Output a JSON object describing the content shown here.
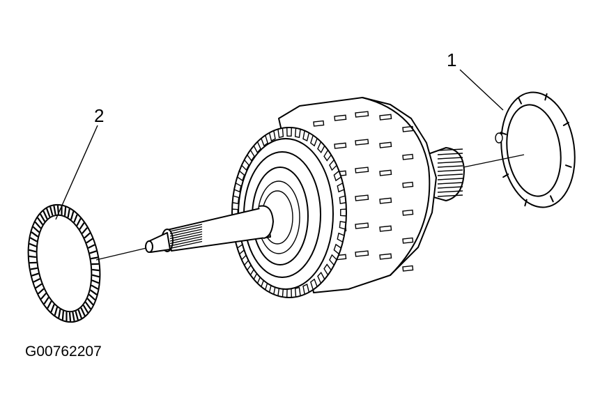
{
  "callouts": [
    {
      "number": "1",
      "part": "washer"
    },
    {
      "number": "2",
      "part": "needle-bearing"
    }
  ],
  "figure_id": "G00762207",
  "colors": {
    "ink": "#000000",
    "background": "#ffffff"
  }
}
